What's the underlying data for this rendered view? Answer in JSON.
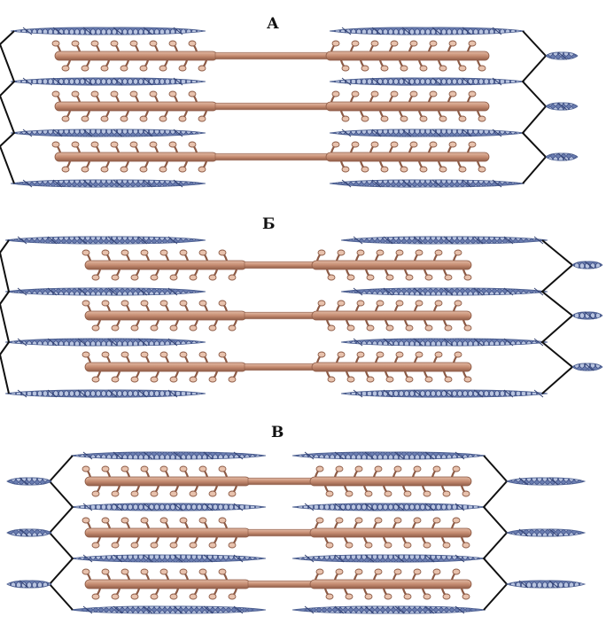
{
  "panels": [
    {
      "id": "A",
      "label": "А"
    },
    {
      "id": "B",
      "label": "Б"
    },
    {
      "id": "C",
      "label": "В"
    }
  ],
  "colors": {
    "actin": "#4a5d8e",
    "actin_light": "#b8c4e0",
    "myosin": "#c98f74",
    "myosin_dark": "#8c5a45",
    "myosin_light": "#e8c2ad",
    "z_line": "#111111",
    "background": "#ffffff"
  }
}
